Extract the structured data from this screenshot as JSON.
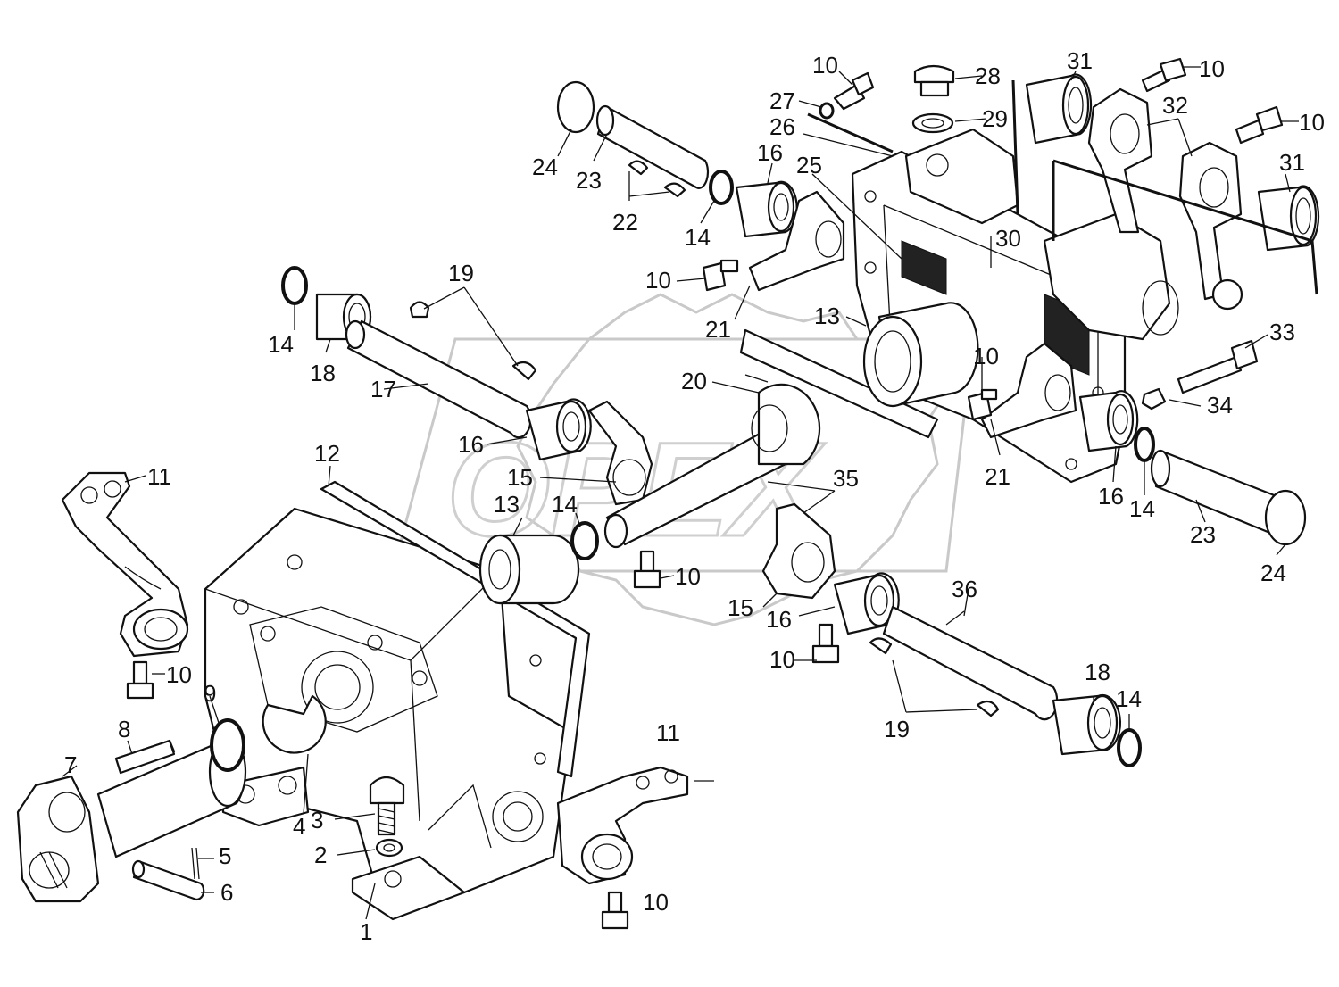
{
  "diagram": {
    "type": "exploded-parts-diagram",
    "watermark_text": "OPEX",
    "labels": [
      {
        "id": "l1",
        "text": "1"
      },
      {
        "id": "l2",
        "text": "2"
      },
      {
        "id": "l3",
        "text": "3"
      },
      {
        "id": "l4",
        "text": "4"
      },
      {
        "id": "l5",
        "text": "5"
      },
      {
        "id": "l6",
        "text": "6"
      },
      {
        "id": "l7",
        "text": "7"
      },
      {
        "id": "l8",
        "text": "8"
      },
      {
        "id": "l9",
        "text": "9"
      },
      {
        "id": "l10a",
        "text": "10"
      },
      {
        "id": "l10b",
        "text": "10"
      },
      {
        "id": "l10c",
        "text": "10"
      },
      {
        "id": "l10d",
        "text": "10"
      },
      {
        "id": "l10e",
        "text": "10"
      },
      {
        "id": "l10f",
        "text": "10"
      },
      {
        "id": "l10g",
        "text": "10"
      },
      {
        "id": "l10h",
        "text": "10"
      },
      {
        "id": "l10i",
        "text": "10"
      },
      {
        "id": "l10j",
        "text": "10"
      },
      {
        "id": "l11a",
        "text": "11"
      },
      {
        "id": "l11b",
        "text": "11"
      },
      {
        "id": "l12",
        "text": "12"
      },
      {
        "id": "l13a",
        "text": "13"
      },
      {
        "id": "l13b",
        "text": "13"
      },
      {
        "id": "l14a",
        "text": "14"
      },
      {
        "id": "l14b",
        "text": "14"
      },
      {
        "id": "l14c",
        "text": "14"
      },
      {
        "id": "l14d",
        "text": "14"
      },
      {
        "id": "l14e",
        "text": "14"
      },
      {
        "id": "l15a",
        "text": "15"
      },
      {
        "id": "l15b",
        "text": "15"
      },
      {
        "id": "l16a",
        "text": "16"
      },
      {
        "id": "l16b",
        "text": "16"
      },
      {
        "id": "l16c",
        "text": "16"
      },
      {
        "id": "l16d",
        "text": "16"
      },
      {
        "id": "l17",
        "text": "17"
      },
      {
        "id": "l18a",
        "text": "18"
      },
      {
        "id": "l18b",
        "text": "18"
      },
      {
        "id": "l19a",
        "text": "19"
      },
      {
        "id": "l19b",
        "text": "19"
      },
      {
        "id": "l20",
        "text": "20"
      },
      {
        "id": "l21a",
        "text": "21"
      },
      {
        "id": "l21b",
        "text": "21"
      },
      {
        "id": "l22",
        "text": "22"
      },
      {
        "id": "l23a",
        "text": "23"
      },
      {
        "id": "l23b",
        "text": "23"
      },
      {
        "id": "l24a",
        "text": "24"
      },
      {
        "id": "l24b",
        "text": "24"
      },
      {
        "id": "l25",
        "text": "25"
      },
      {
        "id": "l26",
        "text": "26"
      },
      {
        "id": "l27",
        "text": "27"
      },
      {
        "id": "l28",
        "text": "28"
      },
      {
        "id": "l29",
        "text": "29"
      },
      {
        "id": "l30",
        "text": "30"
      },
      {
        "id": "l31a",
        "text": "31"
      },
      {
        "id": "l31b",
        "text": "31"
      },
      {
        "id": "l32",
        "text": "32"
      },
      {
        "id": "l33",
        "text": "33"
      },
      {
        "id": "l34",
        "text": "34"
      },
      {
        "id": "l35",
        "text": "35"
      },
      {
        "id": "l36",
        "text": "36"
      }
    ]
  }
}
